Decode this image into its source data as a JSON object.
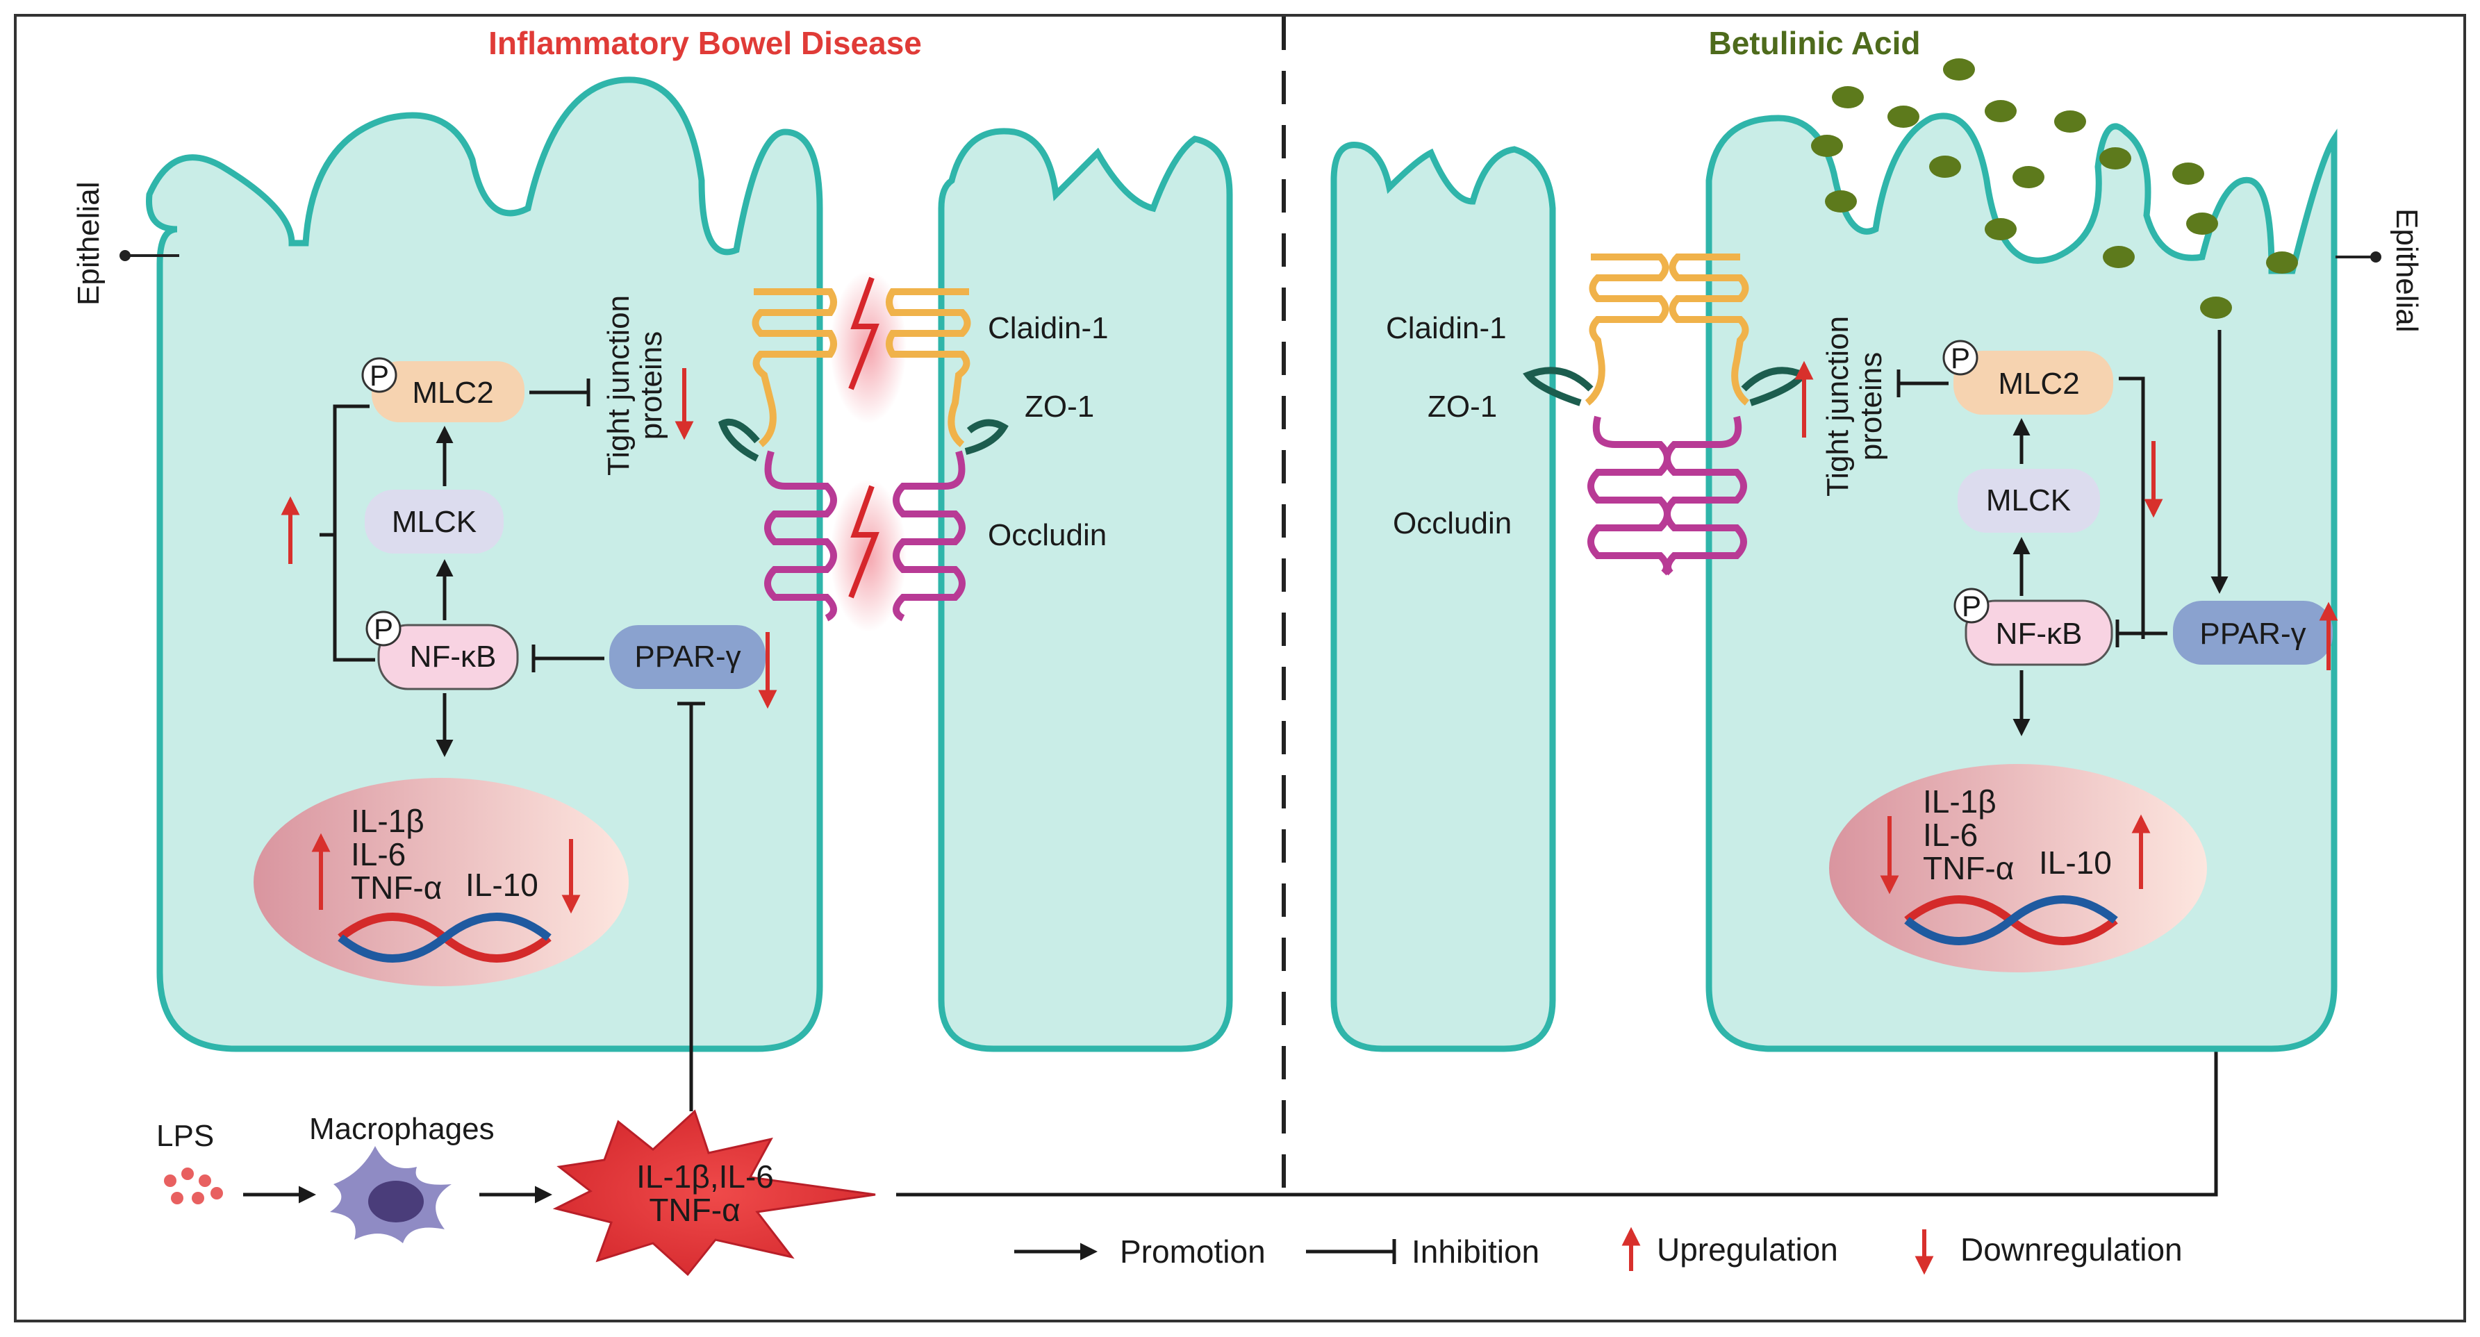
{
  "left_panel": {
    "title": "Inflammatory Bowel Disease",
    "side_label": "Epithelial",
    "nodes": {
      "mlc2": "MLC2",
      "mlck": "MLCK",
      "nfkb": "NF-κB",
      "ppar": "PPAR-γ",
      "phospho": "P"
    },
    "tight_junction": {
      "line1": "Tight junction",
      "line2": "proteins"
    },
    "proteins": {
      "claudin": "Claidin-1",
      "zo1": "ZO-1",
      "occludin": "Occludin"
    },
    "cytokines": {
      "il1b": "IL-1β",
      "il6": "IL-6",
      "tnfa": "TNF-α",
      "il10": "IL-10"
    },
    "stimulus": {
      "lps": "LPS",
      "macrophages": "Macrophages",
      "burst_line1": "IL-1β,IL-6",
      "burst_line2": "TNF-α"
    }
  },
  "right_panel": {
    "title": "Betulinic Acid",
    "side_label": "Epithelial",
    "nodes": {
      "mlc2": "MLC2",
      "mlck": "MLCK",
      "nfkb": "NF-κB",
      "ppar": "PPAR-γ",
      "phospho": "P"
    },
    "tight_junction": {
      "line1": "Tight junction",
      "line2": "proteins"
    },
    "proteins": {
      "claudin": "Claidin-1",
      "zo1": "ZO-1",
      "occludin": "Occludin"
    },
    "cytokines": {
      "il1b": "IL-1β",
      "il6": "IL-6",
      "tnfa": "TNF-α",
      "il10": "IL-10"
    }
  },
  "legend": {
    "promotion": "Promotion",
    "inhibition": "Inhibition",
    "upregulation": "Upregulation",
    "downregulation": "Downregulation"
  },
  "colors": {
    "left_title": "#e03b37",
    "right_title": "#4e6b1c",
    "cell_fill": "#c9ede7",
    "cell_stroke": "#2fb5aa",
    "mlc2": "#f6d3b0",
    "mlck": "#dcdcee",
    "nfkb": "#f8d3e2",
    "ppar": "#8aa2cf",
    "arrow_red": "#d8302c",
    "claudin": "#f0b24a",
    "occludin": "#b83a95",
    "zo1": "#1c5d4e",
    "drug_dot": "#5d7a1c",
    "burst": "#e83a3d",
    "macrophage": "#8f8bc4"
  }
}
